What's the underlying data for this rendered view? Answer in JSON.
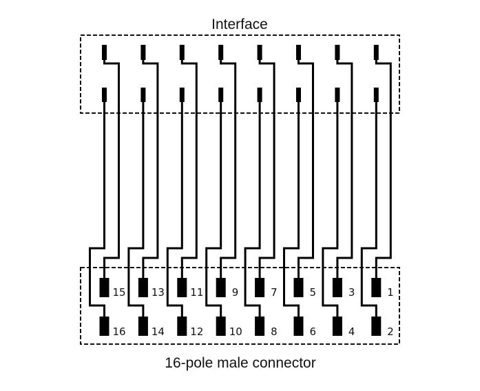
{
  "diagram": {
    "title_top": "Interface",
    "title_bottom": "16-pole male connector",
    "colors": {
      "line": "#000000",
      "text": "#111111",
      "background": "#ffffff"
    },
    "interface": {
      "channels": 8,
      "contact_rows": 2
    },
    "connector": {
      "poles": 16,
      "columns": [
        {
          "upper_pin": "15",
          "lower_pin": "16"
        },
        {
          "upper_pin": "13",
          "lower_pin": "14"
        },
        {
          "upper_pin": "11",
          "lower_pin": "12"
        },
        {
          "upper_pin": "9",
          "lower_pin": "10"
        },
        {
          "upper_pin": "7",
          "lower_pin": "8"
        },
        {
          "upper_pin": "5",
          "lower_pin": "6"
        },
        {
          "upper_pin": "3",
          "lower_pin": "4"
        },
        {
          "upper_pin": "1",
          "lower_pin": "2"
        }
      ]
    }
  }
}
